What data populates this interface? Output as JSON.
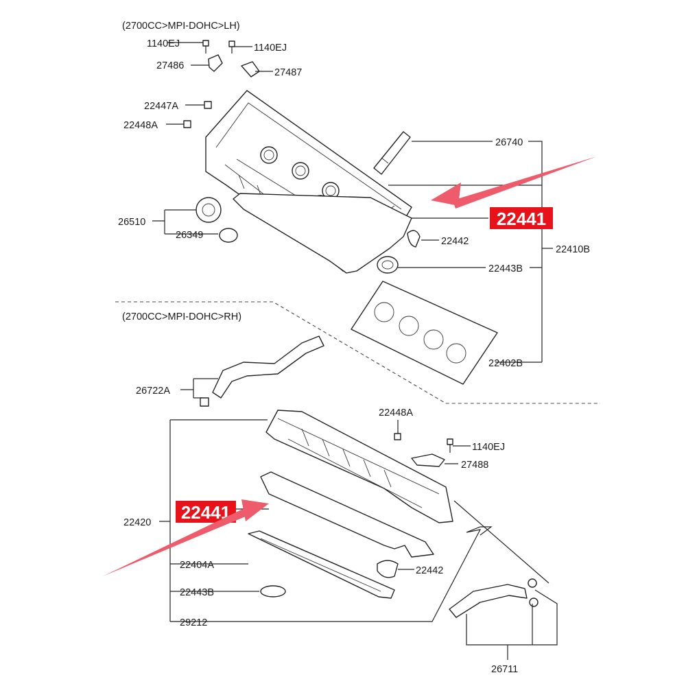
{
  "sections": {
    "lh_heading": "(2700CC>MPI-DOHC>LH)",
    "rh_heading": "(2700CC>MPI-DOHC>RH)"
  },
  "labels": {
    "p1140EJ_a": "1140EJ",
    "p1140EJ_b": "1140EJ",
    "p27486": "27486",
    "p27487": "27487",
    "p22447A": "22447A",
    "p22448A_lh": "22448A",
    "p26740": "26740",
    "p26510": "26510",
    "p26349": "26349",
    "p22442_lh": "22442",
    "p22410B": "22410B",
    "p22443B_lh": "22443B",
    "p22402B": "22402B",
    "p26722A": "26722A",
    "p22448A_rh": "22448A",
    "p1140EJ_rh": "1140EJ",
    "p27488": "27488",
    "p22420": "22420",
    "p22404A": "22404A",
    "p22442_rh": "22442",
    "p22443B_rh": "22443B",
    "p29212": "29212",
    "p26711": "26711"
  },
  "highlights": {
    "top": "22441",
    "bottom": "22441",
    "color": "#e8121b"
  },
  "arrow_color": "#ee5b6b"
}
